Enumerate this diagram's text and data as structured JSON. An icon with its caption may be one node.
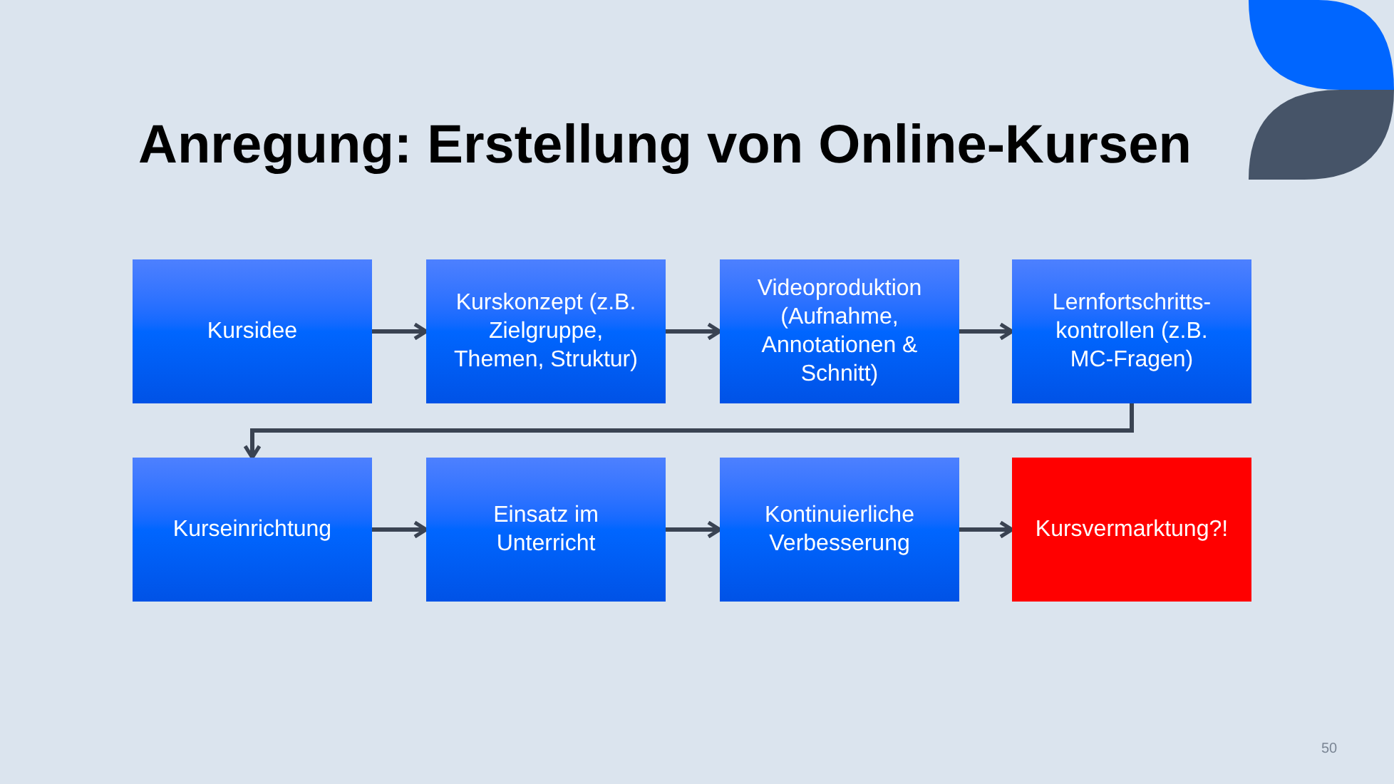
{
  "diagram": {
    "title": "Anregung: Erstellung von Online-Kursen",
    "nodes": [
      {
        "text": [
          "Kursidee"
        ]
      },
      {
        "text": [
          "Kurskonzept (z.B. Zielgruppe, Themen, Struktur)"
        ]
      },
      {
        "text": [
          "Videoproduktion (Aufnahme, Annotationen & Schnitt)"
        ]
      },
      {
        "text": [
          "Lernfortschritts-kontrollen (z.B. MC-Fragen)"
        ]
      },
      {
        "text": [
          "Kurseinrichtung"
        ]
      },
      {
        "text": [
          "Einsatz im Unterricht"
        ]
      },
      {
        "text": [
          "Kontinuierliche Verbesserung"
        ]
      },
      {
        "text": [
          "Kursvermarktung?!"
        ]
      }
    ],
    "edges": [
      {
        "from": 0,
        "to": 1,
        "arrow": "to"
      },
      {
        "from": 1,
        "to": 2,
        "arrow": "to"
      },
      {
        "from": 2,
        "to": 3,
        "arrow": "to"
      },
      {
        "from": 3,
        "to": 4,
        "arrow": "to"
      },
      {
        "from": 4,
        "to": 5,
        "arrow": "to"
      },
      {
        "from": 5,
        "to": 6,
        "arrow": "to"
      },
      {
        "from": 6,
        "to": 7,
        "arrow": "to"
      }
    ],
    "labels": [
      "50"
    ]
  }
}
